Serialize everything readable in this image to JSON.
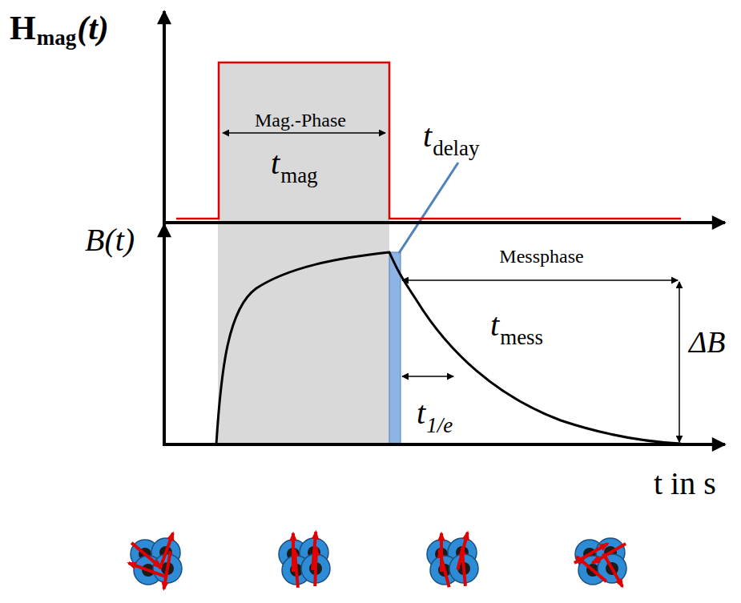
{
  "diagram": {
    "labels": [
      "H",
      "mag",
      "(t)",
      "Mag.-Phase",
      "t",
      "mag",
      "t",
      "delay",
      "B(t)",
      "Messphase",
      "t",
      "mess",
      "ΔB",
      "t",
      "1/e",
      "t in s"
    ]
  }
}
